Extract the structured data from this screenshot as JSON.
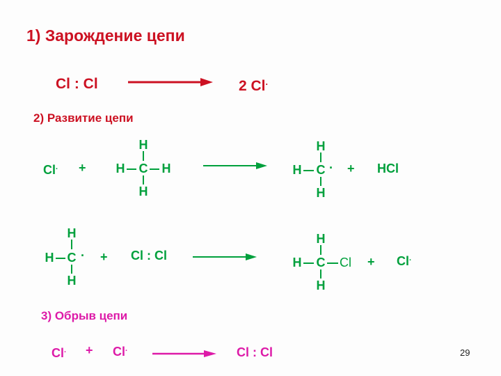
{
  "section1": {
    "title": "1) Зарождение цепи",
    "reactant": "Cl : Cl",
    "product_coef": "2 Cl",
    "radical_dot": "."
  },
  "section2": {
    "title": "2) Развитие цепи",
    "r1": {
      "radical": "Cl",
      "dot": ".",
      "plus": "+",
      "methane": {
        "h": "H",
        "c": "C"
      },
      "methyl": {
        "h": "H",
        "c": "C",
        "dot": "·"
      },
      "plus2": "+",
      "product": "HCl"
    },
    "r2": {
      "methyl": {
        "h": "H",
        "c": "C",
        "dot": "·"
      },
      "plus": "+",
      "reactant": "Cl : Cl",
      "chloromethane": {
        "h": "H",
        "c": "C",
        "cl": "Cl"
      },
      "plus2": "+",
      "radical": "Cl",
      "dot": "."
    }
  },
  "section3": {
    "title": "3) Обрыв цепи",
    "radical1": "Cl",
    "plus": "+",
    "radical2": "Cl",
    "dot": ".",
    "product": "Cl : Cl"
  },
  "page_number": "29",
  "colors": {
    "title_red": "#cc1122",
    "section3_magenta": "#dd1aa8",
    "green": "#00a03c"
  }
}
